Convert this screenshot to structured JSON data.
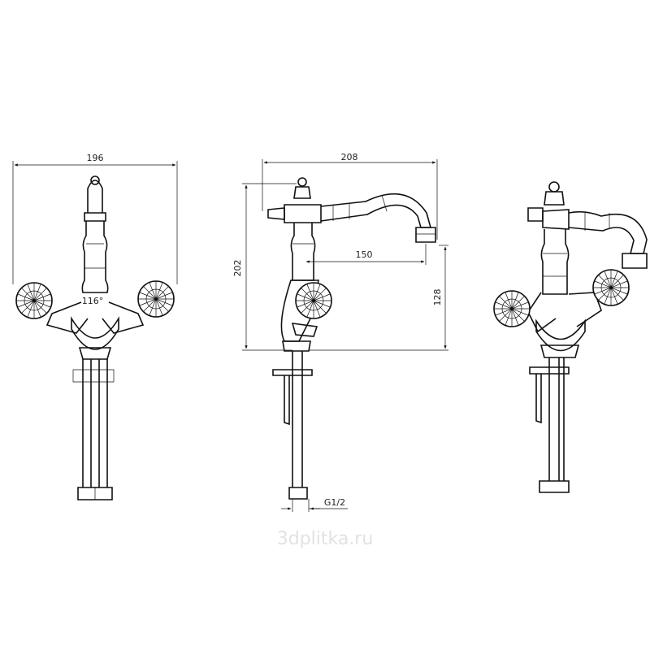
{
  "dimensions": {
    "front_width": "196",
    "front_angle": "116°",
    "side_width": "208",
    "side_height": "202",
    "spout_reach": "150",
    "spout_height": "128",
    "thread": "G1/2"
  },
  "watermark": "3dplitka.ru"
}
